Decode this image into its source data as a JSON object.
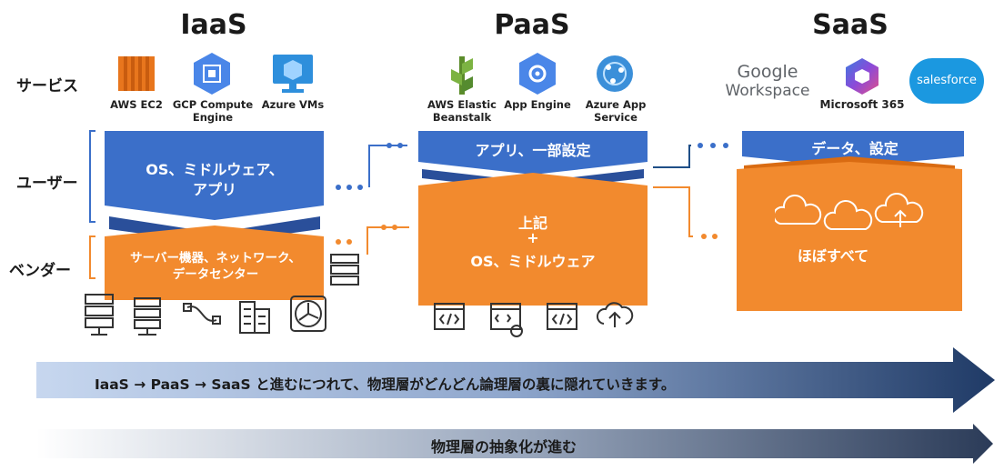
{
  "columns": {
    "iaas": "IaaS",
    "paas": "PaaS",
    "saas": "SaaS"
  },
  "row_labels": {
    "service": "サービス",
    "user": "ユーザー",
    "vendor": "ベンダー"
  },
  "iaas_services": [
    {
      "name": "AWS EC2",
      "icon": "aws-ec2-icon"
    },
    {
      "name": "GCP Compute\nEngine",
      "icon": "gcp-compute-engine-icon"
    },
    {
      "name": "Azure VMs",
      "icon": "azure-vms-icon"
    }
  ],
  "paas_services": [
    {
      "name": "AWS Elastic\nBeanstalk",
      "icon": "aws-elastic-beanstalk-icon"
    },
    {
      "name": "App Engine",
      "icon": "app-engine-icon"
    },
    {
      "name": "Azure App\nService",
      "icon": "azure-app-service-icon"
    }
  ],
  "saas_services": {
    "google_top": "Google",
    "google_bottom": "Workspace",
    "microsoft": "Microsoft 365",
    "salesforce": "salesforce"
  },
  "iaas": {
    "user_text": "OS、ミドルウェア、\nアプリ",
    "vendor_text": "サーバー機器、ネットワーク、\nデータセンター"
  },
  "paas": {
    "user_text": "アプリ、一部設定",
    "vendor_line1": "上記",
    "vendor_line2": "+",
    "vendor_line3": "OS、ミドルウェア"
  },
  "saas": {
    "user_text": "データ、設定",
    "vendor_text": "ほぼすべて"
  },
  "banner1": "IaaS → PaaS → SaaS と進むにつれて、物理層がどんどん論理層の裏に隠れていきます。",
  "banner2": "物理層の抽象化が進む",
  "colors": {
    "blue": "#3b6fc9",
    "blue_dark": "#2a4f9a",
    "orange": "#f28a2e",
    "orange_dark": "#d96b12",
    "navy": "#1f3a66"
  }
}
